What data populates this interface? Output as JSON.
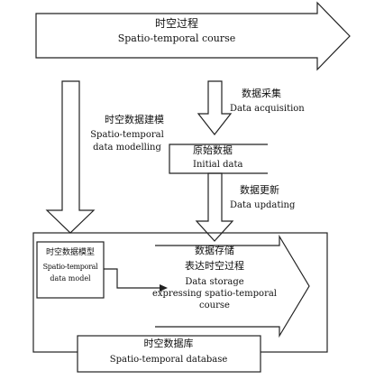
{
  "course": {
    "zh": "时空过程",
    "en": "Spatio-temporal course"
  },
  "acquisition": {
    "zh": "数据采集",
    "en": "Data acquisition"
  },
  "modelling": {
    "zh": "时空数据建模",
    "en_line1": "Spatio-temporal",
    "en_line2": "data modelling"
  },
  "initial_data": {
    "zh": "原始数据",
    "en": "Initial data"
  },
  "updating": {
    "zh": "数据更新",
    "en": "Data updating"
  },
  "data_model": {
    "zh": "时空数据模型",
    "en_line1": "Spatio-temporal",
    "en_line2": "data model"
  },
  "storage": {
    "zh_line1": "数据存储",
    "zh_line2": "表达时空过程",
    "en_line1": "Data storage",
    "en_line2": "expressing spatio-temporal",
    "en_line3": "course"
  },
  "database": {
    "zh": "时空数据库",
    "en": "Spatio-temporal database"
  },
  "colors": {
    "line": "#222222",
    "background": "#ffffff",
    "text": "#111111"
  }
}
